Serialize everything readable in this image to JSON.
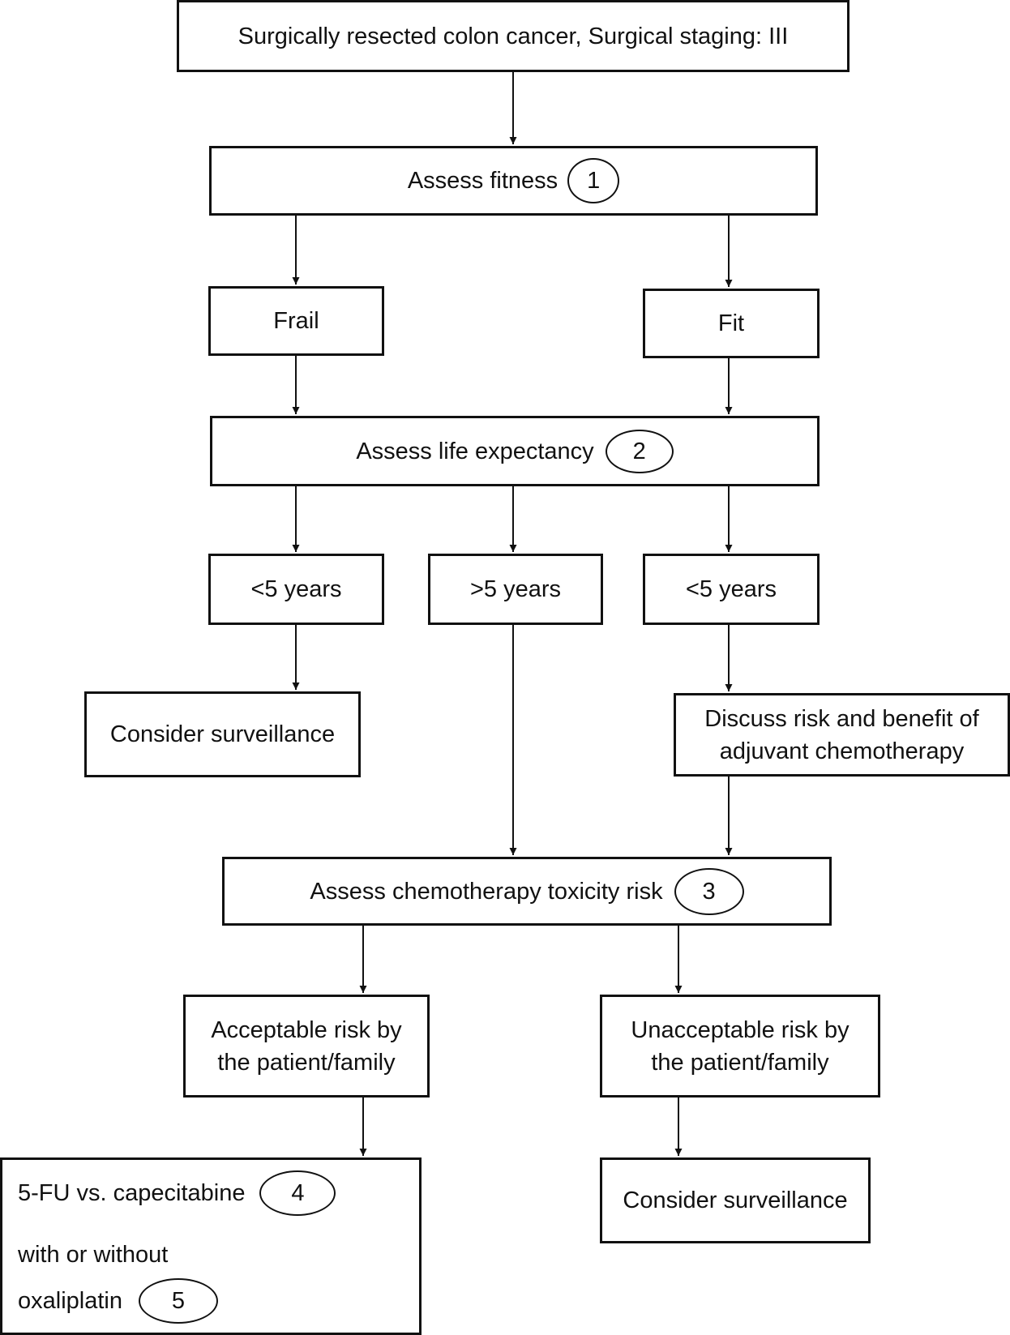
{
  "nodes": {
    "start": "Surgically resected colon cancer, Surgical staging: III",
    "fitness": {
      "label": "Assess fitness",
      "marker": "1"
    },
    "frail": "Frail",
    "fit": "Fit",
    "life": {
      "label": "Assess life expectancy",
      "marker": "2"
    },
    "lt5_left": "<5 years",
    "gt5": ">5 years",
    "lt5_right": "<5 years",
    "surv_left": "Consider surveillance",
    "discuss": {
      "line1": "Discuss risk and benefit of",
      "line2": "adjuvant chemotherapy"
    },
    "toxicity": {
      "label": "Assess chemotherapy toxicity risk",
      "marker": "3"
    },
    "acceptable": {
      "line1": "Acceptable risk by",
      "line2": "the patient/family"
    },
    "unacceptable": {
      "line1": "Unacceptable risk by",
      "line2": "the patient/family"
    },
    "regimen": {
      "line1": "5-FU vs. capecitabine",
      "marker1": "4",
      "line2": "with or without",
      "line3": "oxaliplatin",
      "marker2": "5"
    },
    "surv_right": "Consider surveillance"
  }
}
